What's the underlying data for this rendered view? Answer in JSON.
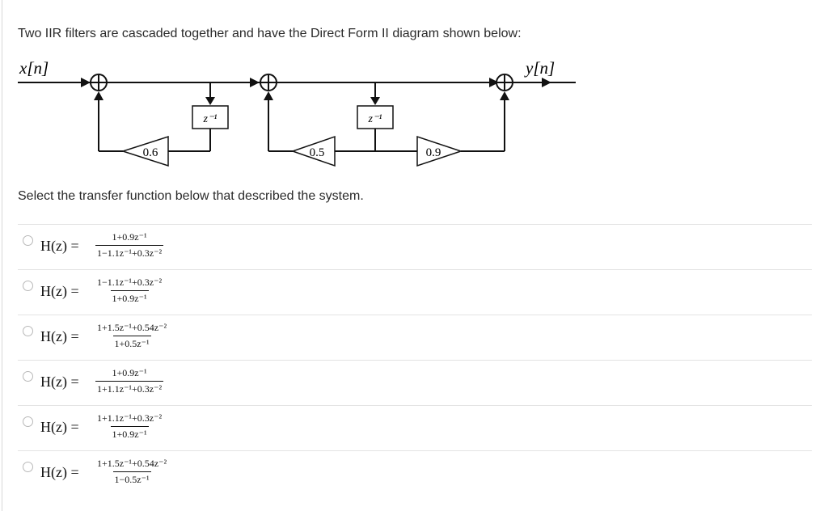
{
  "question": {
    "text": "Two IIR filters are cascaded together and have the Direct Form II diagram shown below:",
    "prompt": "Select the transfer function below that described the system."
  },
  "diagram": {
    "input_label": "x[n]",
    "output_label": "y[n]",
    "delay_label": "z⁻¹",
    "gains": [
      "0.6",
      "0.5",
      "0.9"
    ]
  },
  "options": [
    {
      "lhs": "H(z) =",
      "num": "1+0.9z⁻¹",
      "den": "1−1.1z⁻¹+0.3z⁻²"
    },
    {
      "lhs": "H(z) =",
      "num": "1−1.1z⁻¹+0.3z⁻²",
      "den": "1+0.9z⁻¹"
    },
    {
      "lhs": "H(z) =",
      "num": "1+1.5z⁻¹+0.54z⁻²",
      "den": "1+0.5z⁻¹"
    },
    {
      "lhs": "H(z) =",
      "num": "1+0.9z⁻¹",
      "den": "1+1.1z⁻¹+0.3z⁻²"
    },
    {
      "lhs": "H(z) =",
      "num": "1+1.1z⁻¹+0.3z⁻²",
      "den": "1+0.9z⁻¹"
    },
    {
      "lhs": "H(z) =",
      "num": "1+1.5z⁻¹+0.54z⁻²",
      "den": "1−0.5z⁻¹"
    }
  ]
}
